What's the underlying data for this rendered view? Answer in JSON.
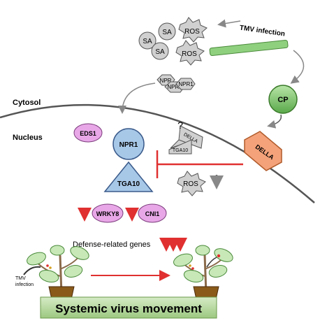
{
  "compartments": {
    "cytosol": "Cytosol",
    "nucleus": "Nucleus"
  },
  "molecules": {
    "sa": "SA",
    "ros": "ROS",
    "npr1": "NPR1",
    "npr1_partial": "NPR",
    "eds1": "EDS1",
    "tga10": "TGA10",
    "della": "DELLA",
    "wrky8": "WRKY8",
    "cni1": "CNI1",
    "cp": "CP",
    "question": "?"
  },
  "labels": {
    "tmv_infection": "TMV infection",
    "tmv_infection_plant_line1": "TMV",
    "tmv_infection_plant_line2": "infection",
    "defense_genes": "Defense-related genes",
    "banner": "Systemic virus movement"
  },
  "colors": {
    "pink": "#e8a8e8",
    "blue": "#a8c8e8",
    "grey": "#d0d0d0",
    "green": "#7fc87f",
    "orange": "#f4a27a",
    "red_arrow": "#e03030",
    "banner_bg": "#a8d08d"
  }
}
